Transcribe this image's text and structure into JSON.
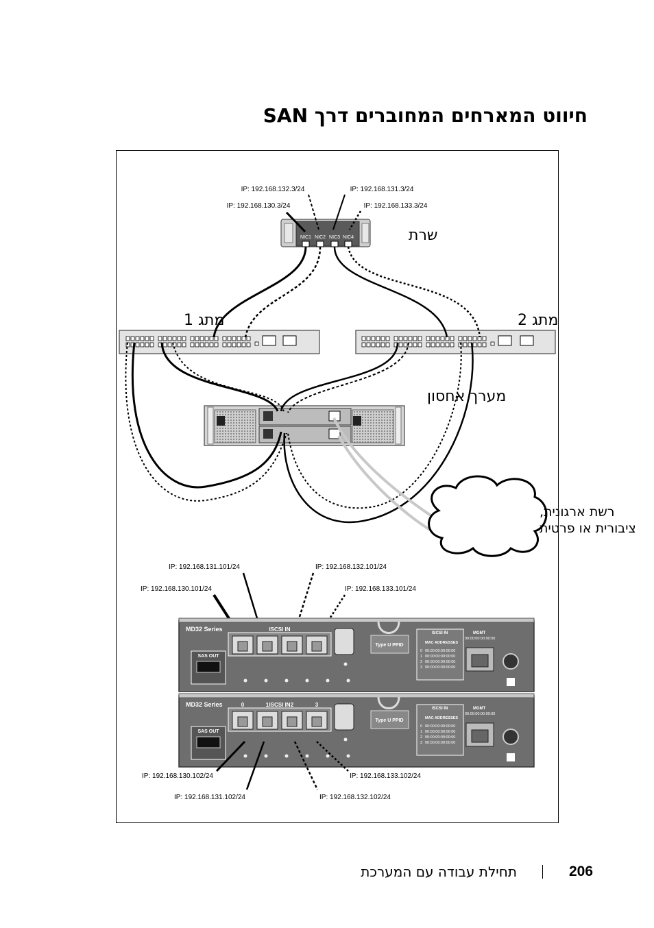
{
  "title": "חיווט המארחים המחוברים דרך SAN",
  "labels": {
    "server": "שרת",
    "switch1": "מתג 1",
    "switch2": "מתג 2",
    "storage": "מערך אחסון",
    "network_line1": "רשת ארגונית,",
    "network_line2": "ציבורית או פרטית"
  },
  "host_ips": {
    "nic2": "IP: 192.168.132.3/24",
    "nic3": "IP: 192.168.131.3/24",
    "nic1": "IP: 192.168.130.3/24",
    "nic4": "IP: 192.168.133.3/24"
  },
  "host_nics": [
    "NIC1",
    "NIC2",
    "NIC3",
    "NIC4"
  ],
  "controller_ips_top": {
    "port1": "IP: 192.168.131.101/24",
    "port2": "IP: 192.168.132.101/24",
    "port0": "IP: 192.168.130.101/24",
    "port3": "IP: 192.168.133.101/24"
  },
  "controller_ips_bottom": {
    "port0": "IP: 192.168.130.102/24",
    "port3": "IP: 192.168.133.102/24",
    "port1": "IP: 192.168.131.102/24",
    "port2": "IP: 192.168.132.102/24"
  },
  "controller": {
    "series": "MD32 Series",
    "iscsi_in": "ISCSI IN",
    "port_numbers": [
      "0",
      "1",
      "2",
      "3"
    ],
    "sas_out": "SAS OUT",
    "type_label": "Type U PPID",
    "mgmt": "MGMT",
    "mac_addresses": "MAC ADDRESSES",
    "mac_value": "00:00:00:00:00:00"
  },
  "footer": {
    "page_number": "206",
    "text": "תחילת עבודה עם המערכת"
  }
}
